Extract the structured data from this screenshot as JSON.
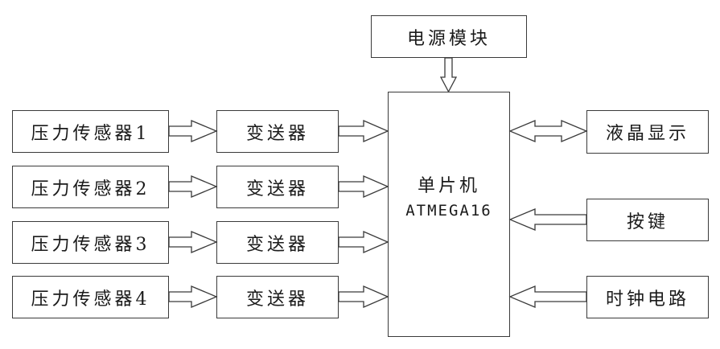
{
  "diagram": {
    "power": {
      "label": "电源模块"
    },
    "mcu": {
      "label": "单片机",
      "model": "ATMEGA16"
    },
    "sensors": [
      {
        "label": "压力传感器1"
      },
      {
        "label": "压力传感器2"
      },
      {
        "label": "压力传感器3"
      },
      {
        "label": "压力传感器4"
      }
    ],
    "transmitters": [
      {
        "label": "变送器"
      },
      {
        "label": "变送器"
      },
      {
        "label": "变送器"
      },
      {
        "label": "变送器"
      }
    ],
    "peripherals": {
      "lcd": {
        "label": "液晶显示"
      },
      "keys": {
        "label": "按键"
      },
      "clock": {
        "label": "时钟电路"
      }
    },
    "colors": {
      "stroke": "#3a3a3a",
      "text": "#1a1a1a",
      "background": "#ffffff"
    }
  }
}
